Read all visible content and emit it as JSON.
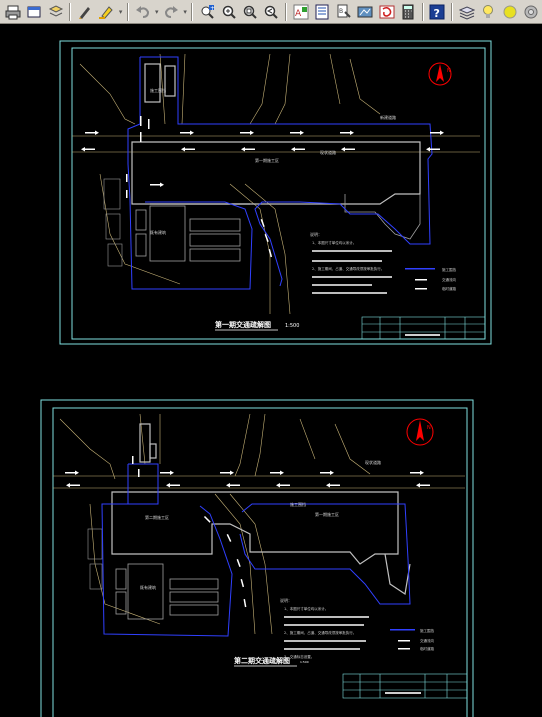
{
  "toolbar": {
    "buttons": [
      {
        "name": "print-button",
        "icon": "print-icon"
      },
      {
        "name": "open-button",
        "icon": "open-icon"
      },
      {
        "name": "layer-props-button",
        "icon": "layers-icon"
      },
      {
        "name": "pen-button",
        "icon": "pen-icon"
      },
      {
        "name": "highlight-button",
        "icon": "highlighter-icon"
      },
      {
        "name": "undo-button",
        "icon": "undo-icon"
      },
      {
        "name": "redo-button",
        "icon": "redo-icon"
      },
      {
        "name": "pan-button",
        "icon": "pan-icon"
      },
      {
        "name": "zoom-realtime-button",
        "icon": "zoom-realtime-icon"
      },
      {
        "name": "zoom-window-button",
        "icon": "zoom-window-icon"
      },
      {
        "name": "zoom-previous-button",
        "icon": "zoom-previous-icon"
      },
      {
        "name": "text-style-button",
        "icon": "text-style-icon"
      },
      {
        "name": "properties-button",
        "icon": "properties-icon"
      },
      {
        "name": "design-center-button",
        "icon": "design-center-icon"
      },
      {
        "name": "tool-palette-button",
        "icon": "tool-palette-icon"
      },
      {
        "name": "markup-button",
        "icon": "markup-icon"
      },
      {
        "name": "calculator-button",
        "icon": "calculator-icon"
      },
      {
        "name": "help-button",
        "icon": "help-icon",
        "label": "?"
      },
      {
        "name": "layer-manager-button",
        "icon": "layer-stack-icon"
      },
      {
        "name": "light-bulb-button",
        "icon": "light-bulb-icon"
      },
      {
        "name": "sun-button",
        "icon": "sun-icon"
      },
      {
        "name": "gear-button",
        "icon": "gear-icon"
      }
    ]
  },
  "drawing1": {
    "title": "第一期交通疏解图",
    "scale": "1:500",
    "north_label": "N",
    "labels": {
      "station": "第一期施工区",
      "north_lane": "施工围挡",
      "existing_road": "现状道路",
      "new_road": "新建道路",
      "building": "既有建筑"
    },
    "notes_title": "说明：",
    "notes": [
      "1、本图尺寸单位均以米计。",
      "2、施工期间，占道、交通导改须按审批执行。"
    ],
    "legend": [
      {
        "label": "施工围挡",
        "color": "#3040ff"
      },
      {
        "label": "交通流向",
        "color": "#ffffff"
      },
      {
        "label": "临时道路",
        "color": "#ffffff"
      }
    ]
  },
  "drawing2": {
    "title": "第二期交通疏解图",
    "scale": "1:500",
    "north_label": "N",
    "labels": {
      "station_left": "第二期施工区",
      "station_right": "第一期施工区",
      "plate": "施工围挡",
      "road": "现状道路",
      "building": "既有建筑"
    },
    "notes_title": "说明：",
    "notes": [
      "1、本图尺寸单位均以米计。",
      "2、施工期间，占道、交通导改须按审批执行。",
      "3、交通标志设置。"
    ],
    "legend": [
      {
        "label": "施工围挡",
        "color": "#3040ff"
      },
      {
        "label": "交通流向",
        "color": "#ffffff"
      },
      {
        "label": "临时道路",
        "color": "#ffffff"
      }
    ]
  },
  "colors": {
    "frame": "#7fe0e0",
    "outline": "#3040ff",
    "road": "#c8b478",
    "structure": "#c0c0c0",
    "north": "#ff0000"
  }
}
